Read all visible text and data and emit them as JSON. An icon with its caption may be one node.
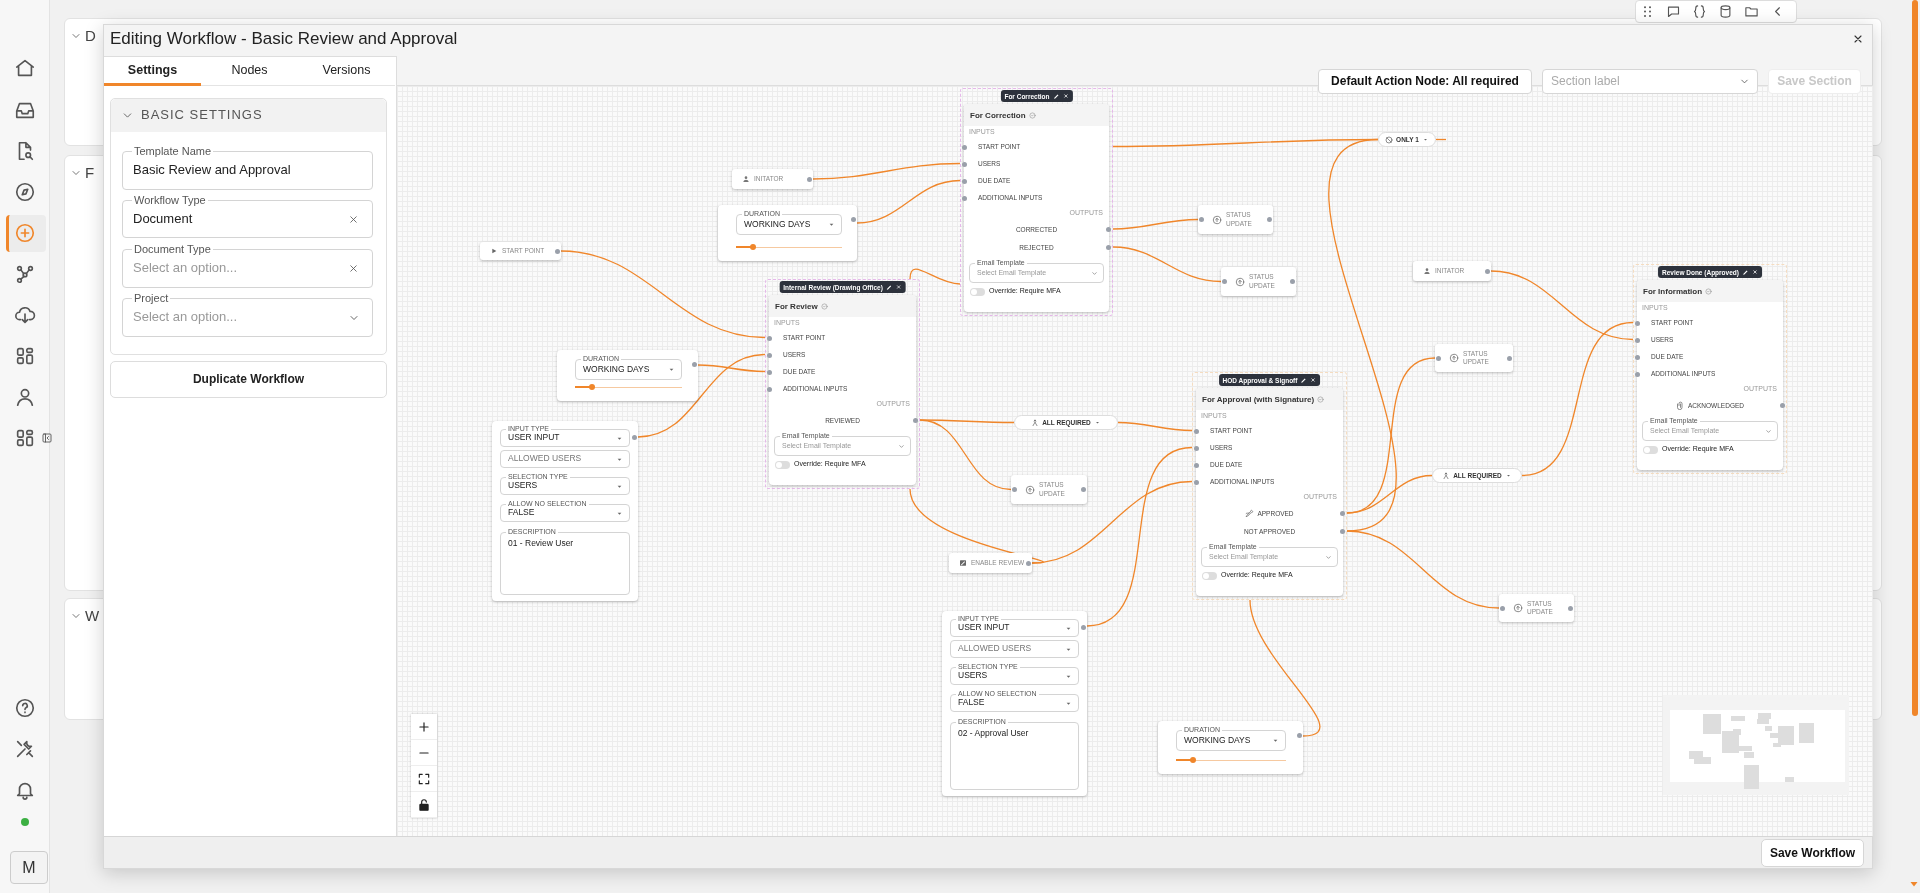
{
  "diagram": {
    "title": "Editing Workflow - Basic Review and Approval",
    "nodes": [
      {
        "text": [
          "For Correction",
          "For Correction",
          "INPUTS",
          "START POINT",
          "USERS",
          "DUE DATE",
          "ADDITIONAL INPUTS",
          "OUTPUTS",
          "CORRECTED",
          "REJECTED",
          "Email Template",
          "Select Email Template",
          "Override: Require MFA"
        ]
      },
      {
        "text": [
          "INITATOR"
        ]
      },
      {
        "text": [
          "ONLY 1"
        ]
      },
      {
        "text": [
          "DURATION",
          "WORKING DAYS"
        ]
      },
      {
        "text": [
          "STATUS UPDATE"
        ]
      },
      {
        "text": [
          "START POINT"
        ]
      },
      {
        "text": [
          "STATUS UPDATE"
        ]
      },
      {
        "text": [
          "INITATOR"
        ]
      },
      {
        "text": [
          "Review Done (Approved)",
          "For Information",
          "INPUTS",
          "START POINT",
          "USERS",
          "DUE DATE",
          "ADDITIONAL INPUTS",
          "OUTPUTS",
          "ACKNOWLEDGED",
          "Email Template",
          "Select Email Template",
          "Override: Require MFA"
        ]
      },
      {
        "text": [
          "Internal Review (Drawing Office)",
          "For Review",
          "INPUTS",
          "START POINT",
          "USERS",
          "DUE DATE",
          "ADDITIONAL INPUTS",
          "OUTPUTS",
          "REVIEWED",
          "Email Template",
          "Select Email Template",
          "Override: Require MFA"
        ]
      },
      {
        "text": [
          "DURATION",
          "WORKING DAYS"
        ]
      },
      {
        "text": [
          "STATUS UPDATE"
        ]
      },
      {
        "text": [
          "HOD Approval & Signoff",
          "For Approval (with Signature)",
          "INPUTS",
          "START POINT",
          "USERS",
          "DUE DATE",
          "ADDITIONAL INPUTS",
          "OUTPUTS",
          "APPROVED",
          "NOT APPROVED",
          "Email Template",
          "Select Email Template",
          "Override: Require MFA"
        ]
      },
      {
        "text": [
          "ALL REQUIRED"
        ]
      },
      {
        "text": [
          "INPUT TYPE",
          "USER INPUT",
          "ALLOWED USERS",
          "SELECTION TYPE",
          "USERS",
          "ALLOW NO SELECTION",
          "FALSE",
          "DESCRIPTION",
          "01 - Review User"
        ]
      },
      {
        "text": [
          "ALL REQUIRED"
        ]
      },
      {
        "text": [
          "STATUS UPDATE"
        ]
      },
      {
        "text": [
          "ENABLE REVIEW"
        ]
      },
      {
        "text": [
          "STATUS UPDATE"
        ]
      },
      {
        "text": [
          "INPUT TYPE",
          "USER INPUT",
          "ALLOWED USERS",
          "SELECTION TYPE",
          "USERS",
          "ALLOW NO SELECTION",
          "FALSE",
          "DESCRIPTION",
          "02 - Approval User"
        ]
      },
      {
        "text": [
          "DURATION",
          "WORKING DAYS"
        ]
      }
    ],
    "edges": [
      {
        "from": 5,
        "to": 9,
        "arrow": "none"
      },
      {
        "from": 14,
        "to": 9,
        "arrow": "none"
      },
      {
        "from": 10,
        "to": 9,
        "arrow": "none"
      },
      {
        "from": 0,
        "to": 9,
        "arrow": "none"
      },
      {
        "from": 1,
        "to": 0,
        "arrow": "none"
      },
      {
        "from": 3,
        "to": 0,
        "arrow": "none"
      },
      {
        "from": 0,
        "to": 4,
        "arrow": "none"
      },
      {
        "from": 0,
        "to": 6,
        "arrow": "none"
      },
      {
        "from": 9,
        "to": 13,
        "arrow": "none"
      },
      {
        "from": 13,
        "to": 12,
        "arrow": "none"
      },
      {
        "from": 9,
        "to": 16,
        "arrow": "none"
      },
      {
        "from": 9,
        "to": 17,
        "arrow": "none"
      },
      {
        "from": 17,
        "to": 12,
        "arrow": "none"
      },
      {
        "from": 19,
        "to": 12,
        "arrow": "none"
      },
      {
        "from": 20,
        "to": 12,
        "arrow": "none"
      },
      {
        "from": 12,
        "to": 11,
        "arrow": "none"
      },
      {
        "from": 12,
        "to": 15,
        "arrow": "none"
      },
      {
        "from": 15,
        "to": 8,
        "arrow": "none"
      },
      {
        "from": 12,
        "to": 18,
        "arrow": "none"
      },
      {
        "from": 12,
        "to": 2,
        "arrow": "none"
      },
      {
        "from": 2,
        "to": 0,
        "arrow": "none"
      },
      {
        "from": 2,
        "to": null,
        "arrow": "none"
      },
      {
        "from": 7,
        "to": 8,
        "arrow": "none"
      }
    ],
    "labels": [
      "D",
      "F",
      "W",
      "Settings",
      "Nodes",
      "Versions",
      "BASIC SETTINGS",
      "Template Name",
      "Basic Review and Approval",
      "Workflow Type",
      "Document",
      "Document Type",
      "Select an option...",
      "Project",
      "Select an option...",
      "Duplicate Workflow",
      "Default Action Node: All required",
      "Section label",
      "Save Section",
      "Save Workflow",
      "M"
    ]
  }
}
